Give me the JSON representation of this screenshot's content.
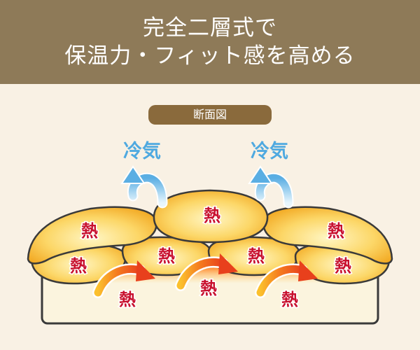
{
  "header": {
    "title_line1": "完全二層式で",
    "title_line2": "保温力・フィット感を高める"
  },
  "section_label": "断面図",
  "labels": {
    "cold": "冷気",
    "heat": "熱"
  },
  "colors": {
    "header_bg": "#8e7a58",
    "pill_bg": "#8a6a3c",
    "page_bg": "#f9f1e4",
    "base_fill": "#fbf4de",
    "pad_outline": "#3a3a3a",
    "heat_text": "#c8102e",
    "cold_text": "#4fa9e0",
    "arrow_hot": "#e8401c",
    "arrow_warm": "#fbc02d"
  }
}
